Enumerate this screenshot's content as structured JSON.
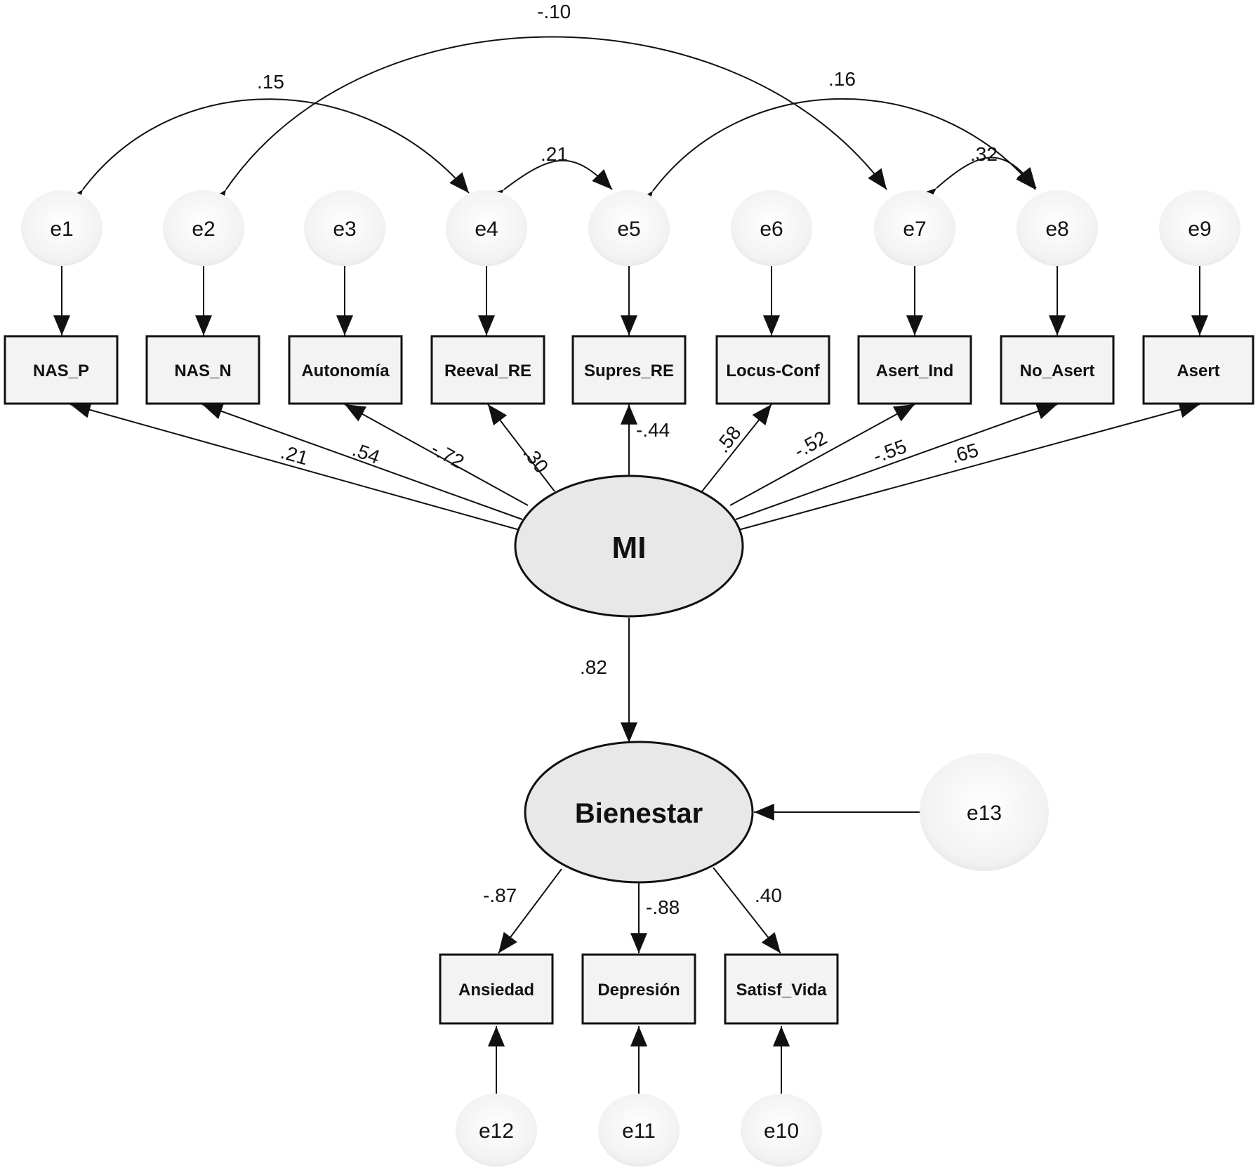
{
  "errors": {
    "e1": "e1",
    "e2": "e2",
    "e3": "e3",
    "e4": "e4",
    "e5": "e5",
    "e6": "e6",
    "e7": "e7",
    "e8": "e8",
    "e9": "e9",
    "e10": "e10",
    "e11": "e11",
    "e12": "e12",
    "e13": "e13"
  },
  "observed": {
    "NAS_P": "NAS_P",
    "NAS_N": "NAS_N",
    "Autonomia": "Autonomía",
    "Reeval_RE": "Reeval_RE",
    "Supres_RE": "Supres_RE",
    "Locus_Conf": "Locus-Conf",
    "Asert_Ind": "Asert_Ind",
    "No_Asert": "No_Asert",
    "Asert": "Asert",
    "Ansiedad": "Ansiedad",
    "Depresion": "Depresión",
    "Satisf_Vida": "Satisf_Vida"
  },
  "latent": {
    "MI": "MI",
    "Bienestar": "Bienestar"
  },
  "loadings_MI": {
    "NAS_P": ".21",
    "NAS_N": ".54",
    "Autonomia": "-.72",
    "Reeval_RE": ".30",
    "Supres_RE": "-.44",
    "Locus_Conf": ".58",
    "Asert_Ind": "-.52",
    "No_Asert": "-.55",
    "Asert": ".65"
  },
  "regression": {
    "MI_to_Bienestar": ".82"
  },
  "loadings_Bienestar": {
    "Ansiedad": "-.87",
    "Depresion": "-.88",
    "Satisf_Vida": ".40"
  },
  "covariances": {
    "e2_e7": "-.10",
    "e1_e4": ".15",
    "e5_e8": ".16",
    "e4_e5": ".21",
    "e7_e8": ".32"
  }
}
